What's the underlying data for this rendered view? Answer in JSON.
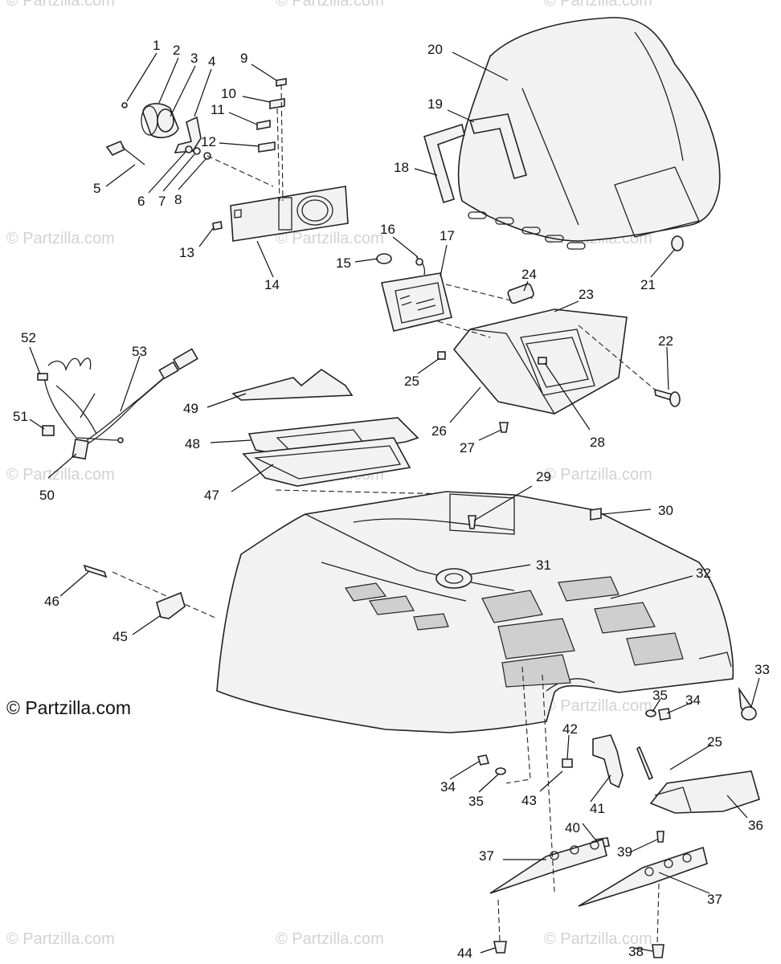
{
  "watermark": "© Partzilla.com",
  "copyright": "© Partzilla.com",
  "callouts": [
    "1",
    "2",
    "3",
    "4",
    "5",
    "6",
    "7",
    "8",
    "9",
    "10",
    "11",
    "12",
    "13",
    "14",
    "15",
    "16",
    "17",
    "18",
    "19",
    "20",
    "21",
    "22",
    "23",
    "24",
    "25",
    "26",
    "27",
    "28",
    "29",
    "30",
    "31",
    "32",
    "33",
    "34",
    "35",
    "36",
    "37",
    "38",
    "39",
    "40",
    "41",
    "42",
    "43",
    "44",
    "45",
    "46",
    "47",
    "48",
    "49",
    "50",
    "51",
    "52",
    "53"
  ],
  "callouts_repeat": {
    "c25b": "25",
    "c34b": "34",
    "c35b": "35",
    "c37b": "37"
  }
}
